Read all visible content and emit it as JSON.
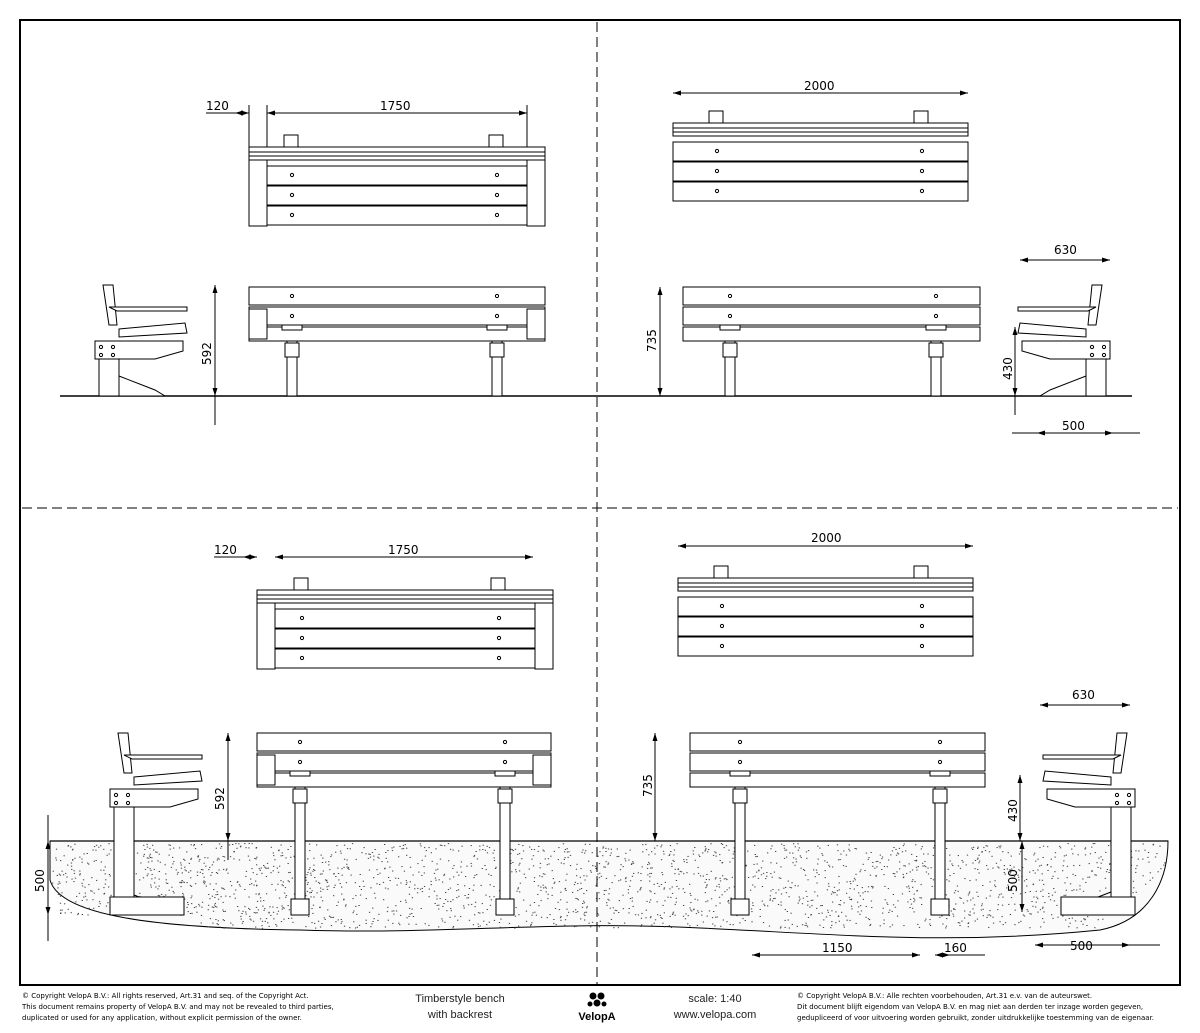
{
  "drawing": {
    "quadrants": [
      {
        "top_view": {
          "overhang": "120",
          "length": "1750"
        },
        "front_view": {},
        "side_view": {
          "height": "592"
        }
      },
      {
        "top_view": {
          "length": "2000"
        },
        "front_view": {
          "height": "735"
        },
        "side_view": {
          "depth": "630",
          "seat_height": "430",
          "base": "500"
        }
      },
      {
        "top_view": {
          "overhang": "120",
          "length": "1750"
        },
        "front_view": {},
        "side_view": {
          "height": "592",
          "embed_depth": "500"
        }
      },
      {
        "top_view": {
          "length": "2000"
        },
        "front_view": {
          "height": "735"
        },
        "side_view": {
          "depth": "630",
          "seat_height": "430",
          "embed_depth": "500",
          "base": "500"
        },
        "foundation": {
          "leg_spacing": "1150",
          "footing": "160"
        }
      }
    ]
  },
  "footer": {
    "copyright_en": [
      "© Copyright VelopA B.V.: All rights reserved, Art.31 and seq. of the Copyright Act.",
      "This document remains property of VelopA B.V. and may not be revealed to third parties,",
      "duplicated or used for any application, without explicit permission of the owner."
    ],
    "title": [
      "Timberstyle bench",
      "with backrest"
    ],
    "logo_text": "VelopA",
    "scale": "scale: 1:40",
    "website": "www.velopa.com",
    "copyright_nl": [
      "© Copyright VelopA B.V.: Alle rechten voorbehouden, Art.31 e.v. van de auteurswet.",
      "Dit document blijft eigendom van VelopA B.V. en mag niet aan derden ter inzage worden gegeven,",
      "gedupliceerd of voor uitvoering worden gebruikt, zonder uitdrukkelijke toestemming van de eigenaar."
    ]
  }
}
